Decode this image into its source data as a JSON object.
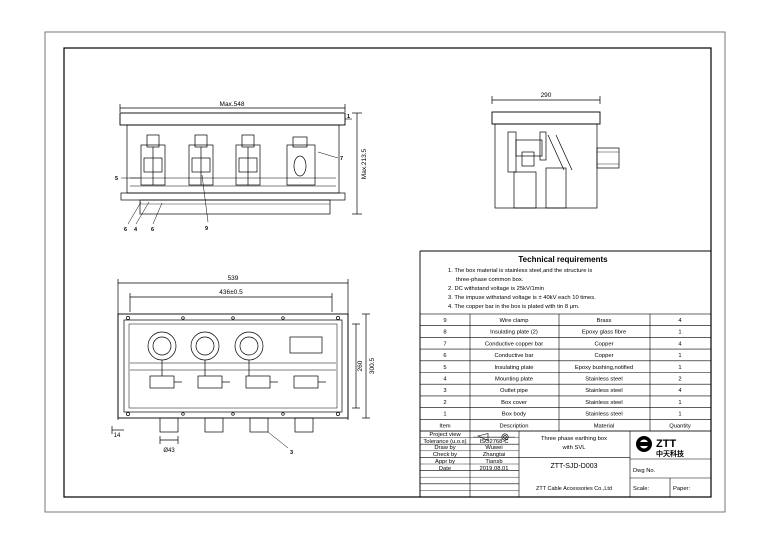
{
  "views": {
    "front": {
      "dim_top": "Max.548",
      "dim_right": "Max.213.5",
      "callouts": [
        "1",
        "5",
        "6",
        "4",
        "6",
        "9",
        "7"
      ]
    },
    "side": {
      "dim_top": "290"
    },
    "top": {
      "dim_outer": "539",
      "dim_inner": "436±0.5",
      "dim_height_inner": "260",
      "dim_height_outer": "300.5",
      "dim_left": "14",
      "dim_hole": "Ø43",
      "callout": "3"
    }
  },
  "technical_requirements": {
    "title": "Technical requirements",
    "lines": [
      "1. The box material is stainless steel,and the structure is",
      "three-phase common box.",
      "2. DC withstand voltage is 25kV/1min",
      "3. The impuse withstand voltage is ± 40kV each 10 times.",
      "4. The copper bar in the box is plated with tin 8 μm."
    ]
  },
  "parts_table": {
    "headers": [
      "Item",
      "Description",
      "Material",
      "Quantity"
    ],
    "rows": [
      [
        "9",
        "Wire clamp",
        "Brass",
        "4"
      ],
      [
        "8",
        "Insulating plate (2)",
        "Epoxy glass fibre",
        "1"
      ],
      [
        "7",
        "Conductive copper bar",
        "Copper",
        "4"
      ],
      [
        "6",
        "Conductive bar",
        "Copper",
        "1"
      ],
      [
        "5",
        "Insulating plate",
        "Epoxy bushing,notified",
        "1"
      ],
      [
        "4",
        "Mounting plate",
        "Stainless steel",
        "2"
      ],
      [
        "3",
        "Outlet pipe",
        "Stainless steel",
        "4"
      ],
      [
        "2",
        "Box cover",
        "Stainless steel",
        "1"
      ],
      [
        "1",
        "Box body",
        "Stainless steel",
        "1"
      ]
    ]
  },
  "title_block": {
    "project_view_label": "Project view",
    "tolerance_label": "Tolerance (u.o.s)",
    "tolerance_value": "ISO2768-C",
    "drawn_label": "Draw by",
    "drawn_value": "Wuwei",
    "check_label": "Check by",
    "check_value": "Zhangtai",
    "appr_label": "Appr by",
    "appr_value": "Tiansb",
    "date_label": "Date",
    "date_value": "2019.08.01",
    "product_title_1": "Three phase earthing box",
    "product_title_2": "with SVL",
    "drawing_number": "ZTT-SJD-D003",
    "dwg_no_label": "Dwg No.",
    "company": "ZTT Cable Accessories Co.,Ltd",
    "scale_label": "Scale:",
    "paper_label": "Paper:",
    "logo_text": "ZTT",
    "logo_sub": "中天科技"
  }
}
